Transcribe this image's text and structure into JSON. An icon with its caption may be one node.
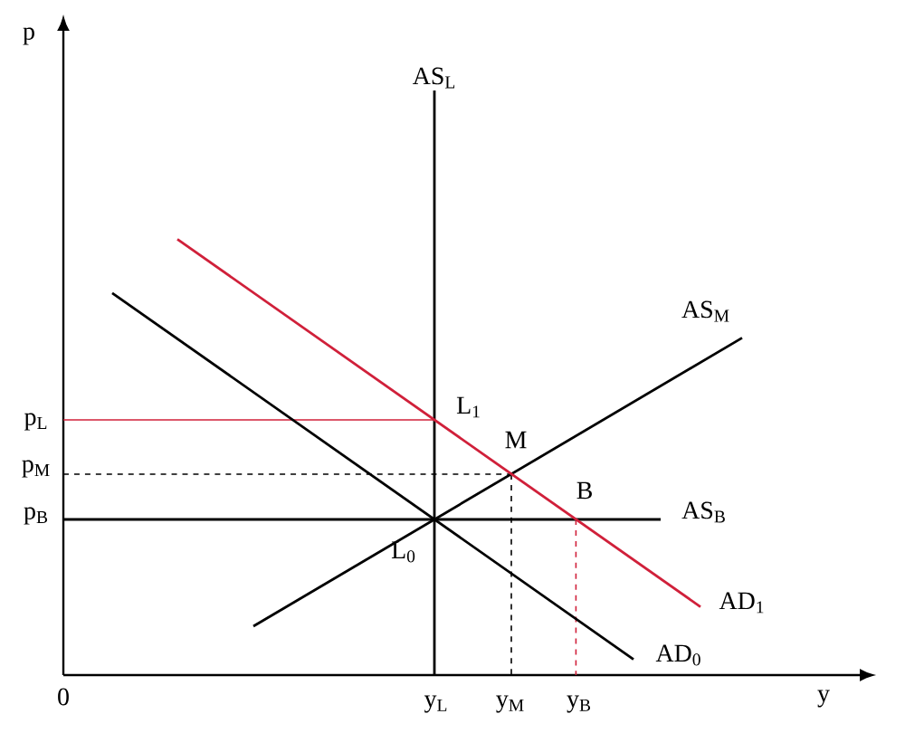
{
  "diagram": {
    "labels": [
      "p",
      "AS$_{L}$",
      "AS$_{M}$",
      "p$_{L}$",
      "L$_{1}$",
      "M",
      "p$_{M}$",
      "B",
      "p$_{B}$",
      "AS$_{B}$",
      "L$_{0}$",
      "AD$_{1}$",
      "AD$_{0}$",
      "0",
      "y$_{L}$",
      "y$_{M}$",
      "y$_{B}$",
      "y"
    ]
  }
}
